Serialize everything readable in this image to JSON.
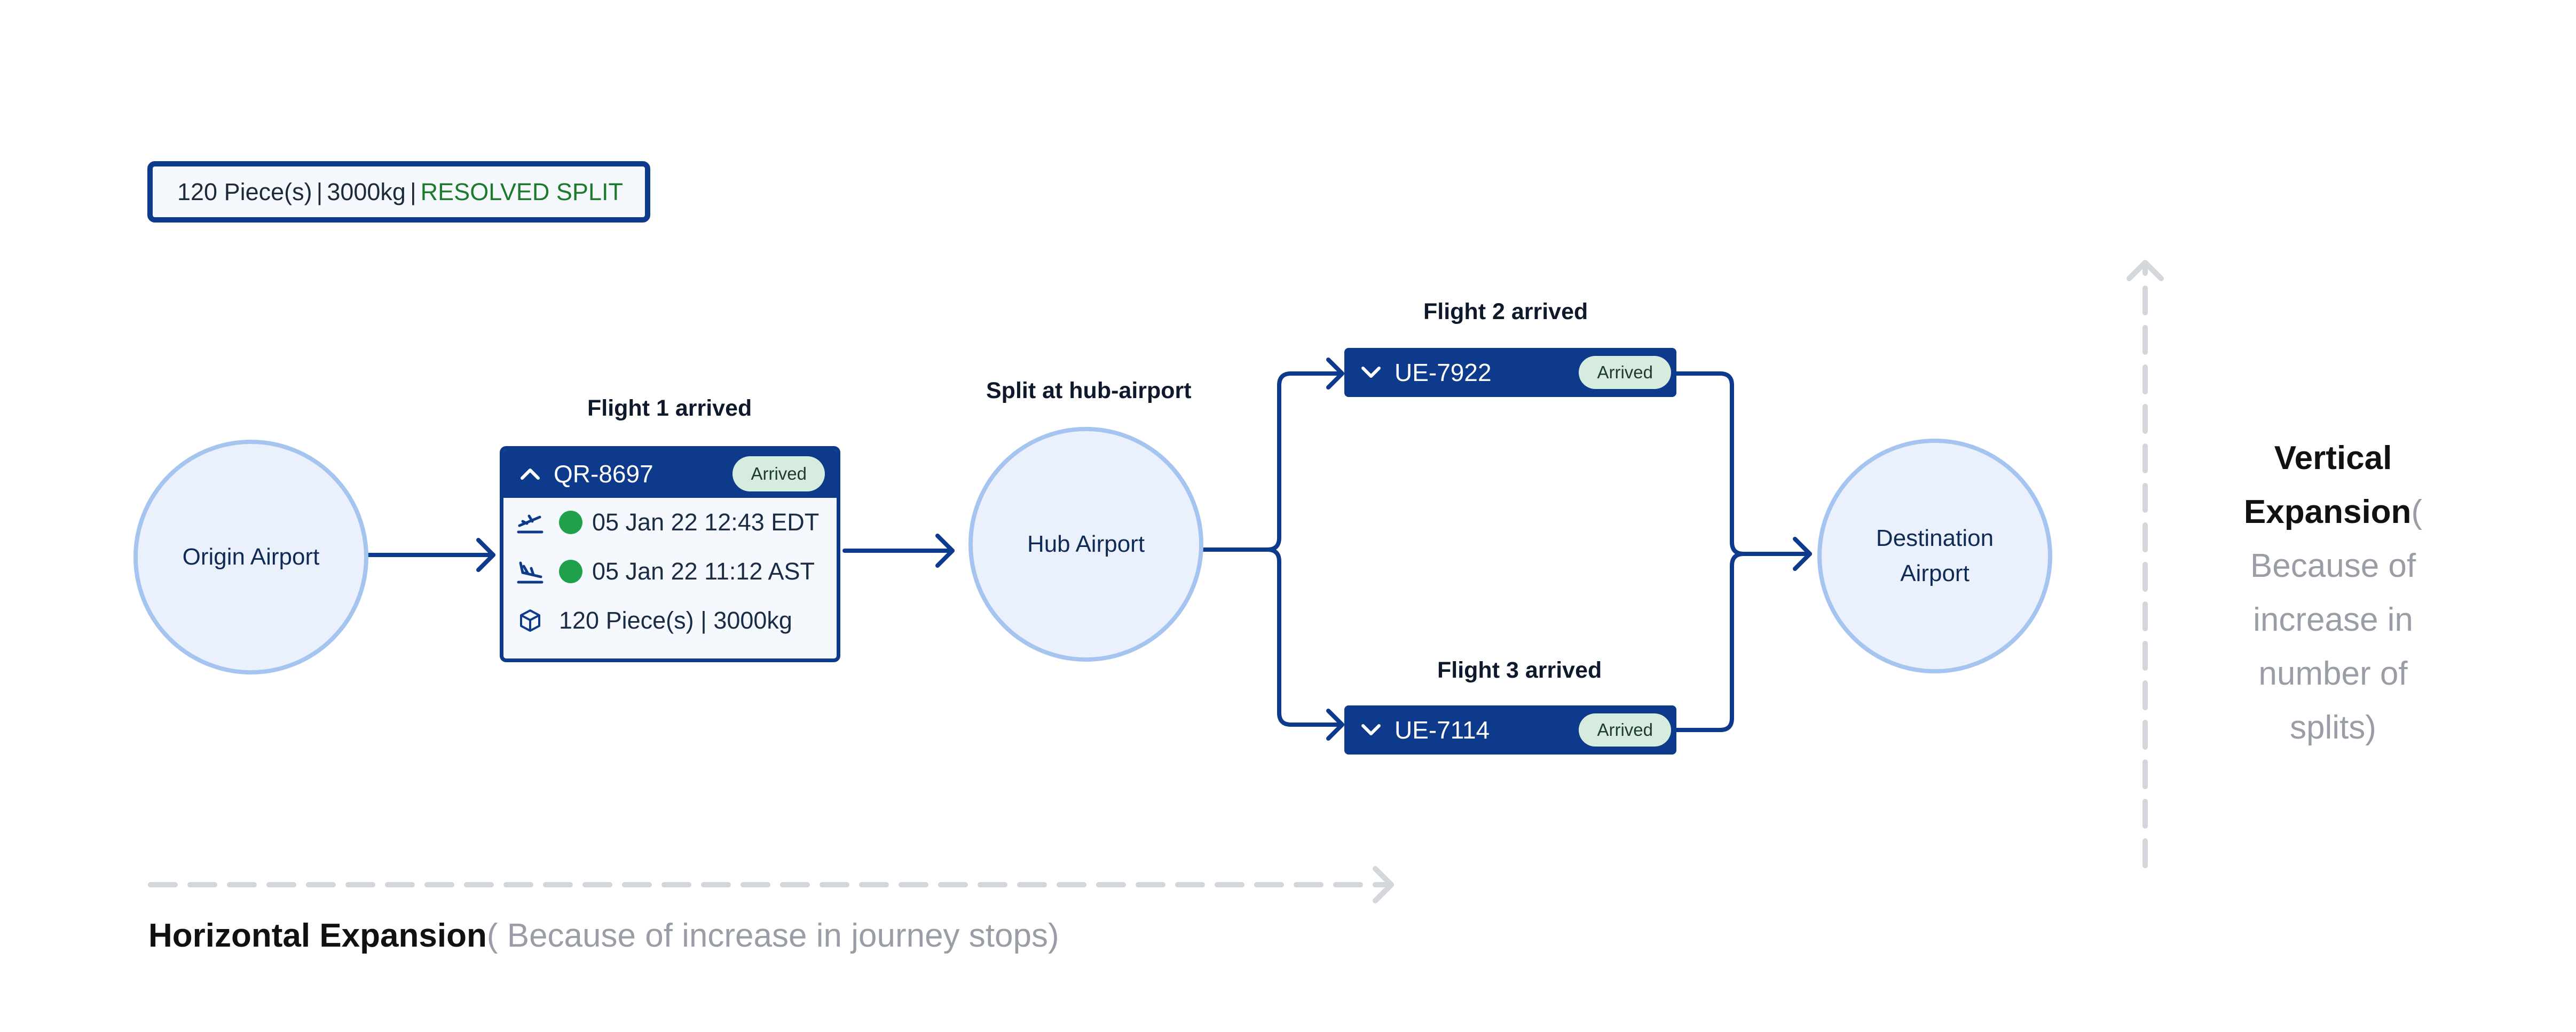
{
  "summary": {
    "pieces": "120 Piece(s)",
    "separator": "|",
    "weight": "3000kg",
    "status": "RESOLVED SPLIT"
  },
  "nodes": {
    "origin": "Origin Airport",
    "hub": "Hub Airport",
    "destination_line1": "Destination",
    "destination_line2": "Airport"
  },
  "captions": {
    "flight1": "Flight 1 arrived",
    "hub": "Split at hub-airport",
    "flight2": "Flight 2 arrived",
    "flight3": "Flight 3 arrived"
  },
  "flight1": {
    "code": "QR-8697",
    "status": "Arrived",
    "departure": "05 Jan 22 12:43 EDT",
    "arrival": "05 Jan 22 11:12 AST",
    "cargo": "120 Piece(s) | 3000kg",
    "icons": [
      "chevron-up-icon",
      "takeoff-icon",
      "landing-icon",
      "package-icon"
    ]
  },
  "flight2": {
    "code": "UE-7922",
    "status": "Arrived",
    "icon": "chevron-down-icon"
  },
  "flight3": {
    "code": "UE-7114",
    "status": "Arrived",
    "icon": "chevron-down-icon"
  },
  "horizontal": {
    "title": "Horizontal Expansion",
    "note": "( Because of increase in journey stops)"
  },
  "vertical": {
    "title_line1": "Vertical",
    "title_line2": "Expansion",
    "open_paren": "(",
    "note_lines": [
      "Because of",
      "increase in",
      "number of",
      "splits)"
    ]
  },
  "colors": {
    "primary": "#0d3a8a",
    "node_fill": "#eaf1fc",
    "node_border": "#a5c4ef",
    "status_green": "#1b7a2b",
    "badge_bg": "#d6ecdf",
    "dot_green": "#1fa04a",
    "dashed_arrow": "#d3d6db",
    "muted_text": "#999ea6"
  }
}
